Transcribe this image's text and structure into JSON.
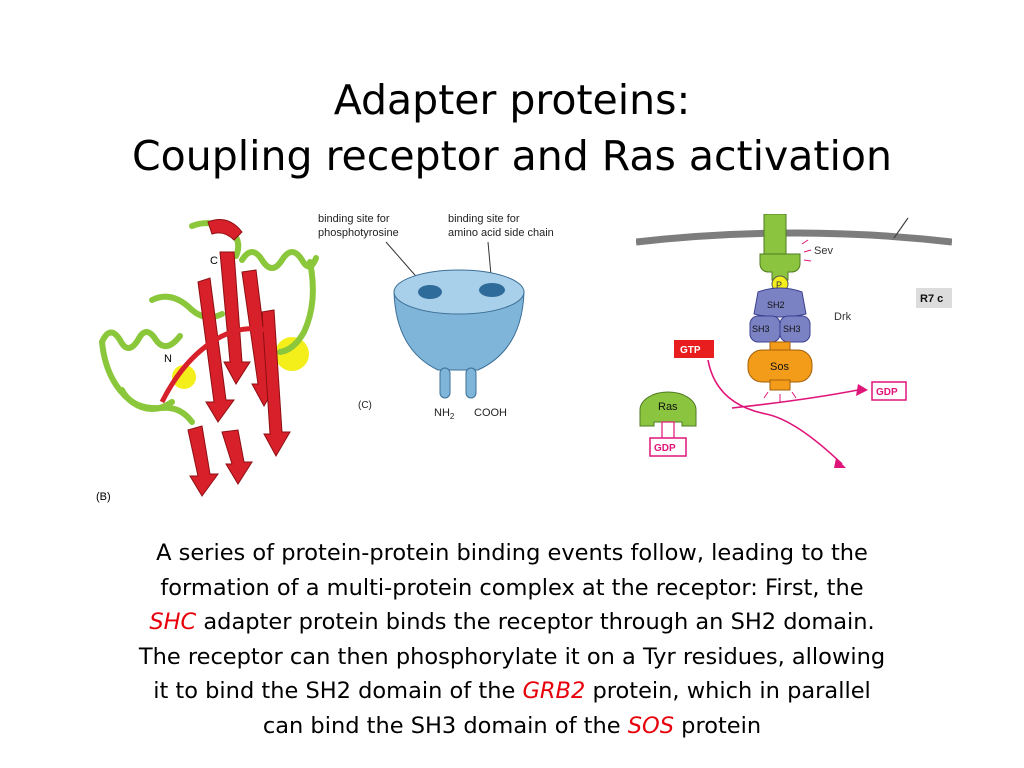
{
  "title": {
    "line1": "Adapter proteins:",
    "line2": "Coupling receptor and Ras activation"
  },
  "figure_b": {
    "label_c": "C",
    "label_n": "N",
    "panel": "(B)",
    "colors": {
      "strand": "#d8202a",
      "helix": "#8ac73a",
      "site": "#f4ee1a"
    }
  },
  "figure_c": {
    "label_phospho_1": "binding site for",
    "label_phospho_2": "phosphotyrosine",
    "label_side_1": "binding site for",
    "label_side_2": "amino acid side chain",
    "panel": "(C)",
    "nh2": "NH",
    "nh2_sub": "2",
    "cooh": "COOH",
    "colors": {
      "domain": "#7fb5d8",
      "shadow": "#3d6f97"
    }
  },
  "figure_d": {
    "sev": "Sev",
    "p": "P",
    "sh2": "SH2",
    "sh3_left": "SH3",
    "sh3_right": "SH3",
    "drk": "Drk",
    "r7": "R7 c",
    "gtp": "GTP",
    "sos": "Sos",
    "gdp_right": "GDP",
    "ras": "Ras",
    "gdp_bottom": "GDP",
    "colors": {
      "membrane": "#7d7d7d",
      "green": "#8bc53f",
      "drk": "#7b82c4",
      "sos": "#f39c1a",
      "arrow": "#e0157a"
    }
  },
  "body": {
    "line1": "A series of protein-protein binding events follow, leading to the",
    "line2": "formation of a multi-protein complex at the receptor: First, the",
    "line3_hl": "SHC",
    "line3_rest": " adapter protein binds the  receptor through an SH2 domain.",
    "line4": "The receptor can then phosphorylate it on a Tyr residues, allowing",
    "line5_pre": "it to bind the SH2 domain of the ",
    "line5_hl": "GRB2",
    "line5_post": " protein, which in parallel",
    "line6_pre": "can bind the SH3 domain of the ",
    "line6_hl": "SOS",
    "line6_post": " protein"
  }
}
